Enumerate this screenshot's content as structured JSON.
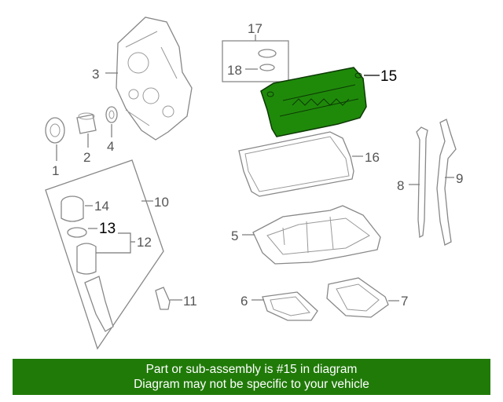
{
  "diagram": {
    "callouts": {
      "c1": "1",
      "c2": "2",
      "c3": "3",
      "c4": "4",
      "c5": "5",
      "c6": "6",
      "c7": "7",
      "c8": "8",
      "c9": "9",
      "c10": "10",
      "c11": "11",
      "c12": "12",
      "c13": "13",
      "c14": "14",
      "c15": "15",
      "c16": "16",
      "c17": "17",
      "c18": "18"
    },
    "highlighted_part": "15",
    "highlight_color": "#1f8a0a",
    "part_stroke_color": "#888888"
  },
  "banner": {
    "line1": "Part or sub-assembly is #15 in diagram",
    "line2": "Diagram may not be specific to your vehicle",
    "background_color": "#207a08",
    "text_color": "#ffffff"
  }
}
